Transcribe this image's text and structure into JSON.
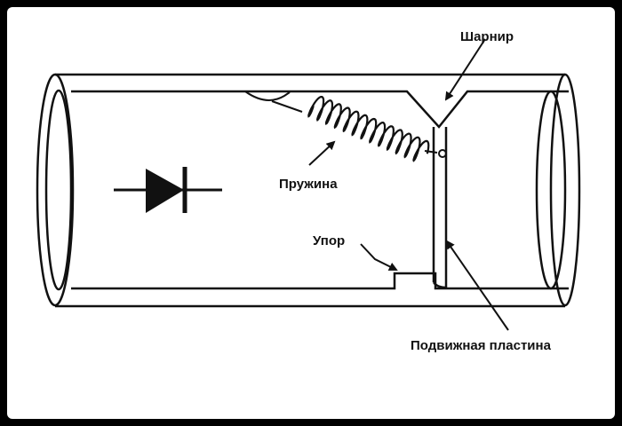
{
  "labels": {
    "hinge": "Шарнир",
    "spring": "Пружина",
    "stop": "Упор",
    "movable_plate": "Подвижная пластина"
  },
  "icons": {
    "diode": "diode-symbol-icon"
  },
  "colors": {
    "background": "#000000",
    "panel": "#ffffff",
    "stroke": "#111111"
  }
}
